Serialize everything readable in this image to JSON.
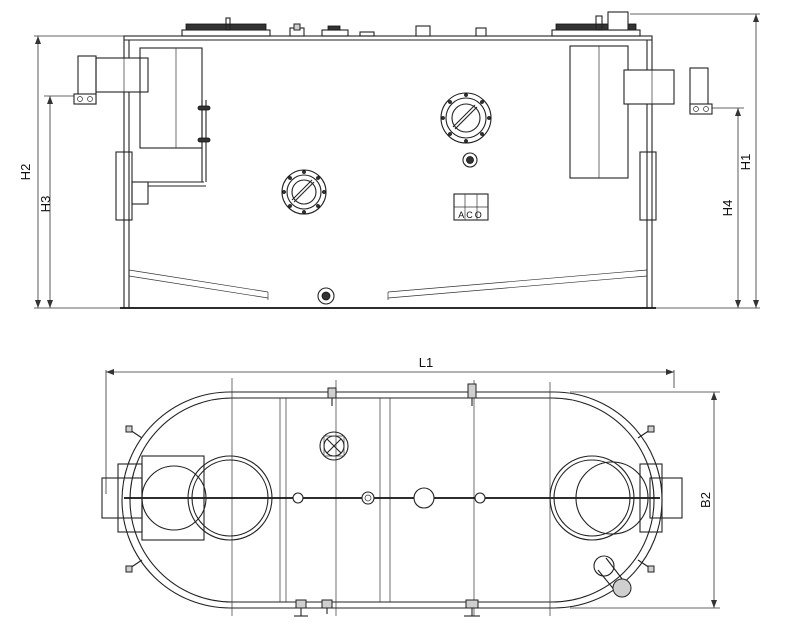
{
  "drawing": {
    "dimension_labels": {
      "h1": "H1",
      "h2": "H2",
      "h3": "H3",
      "h4": "H4",
      "l1": "L1",
      "b2": "B2"
    },
    "logo_text": "ACO"
  }
}
